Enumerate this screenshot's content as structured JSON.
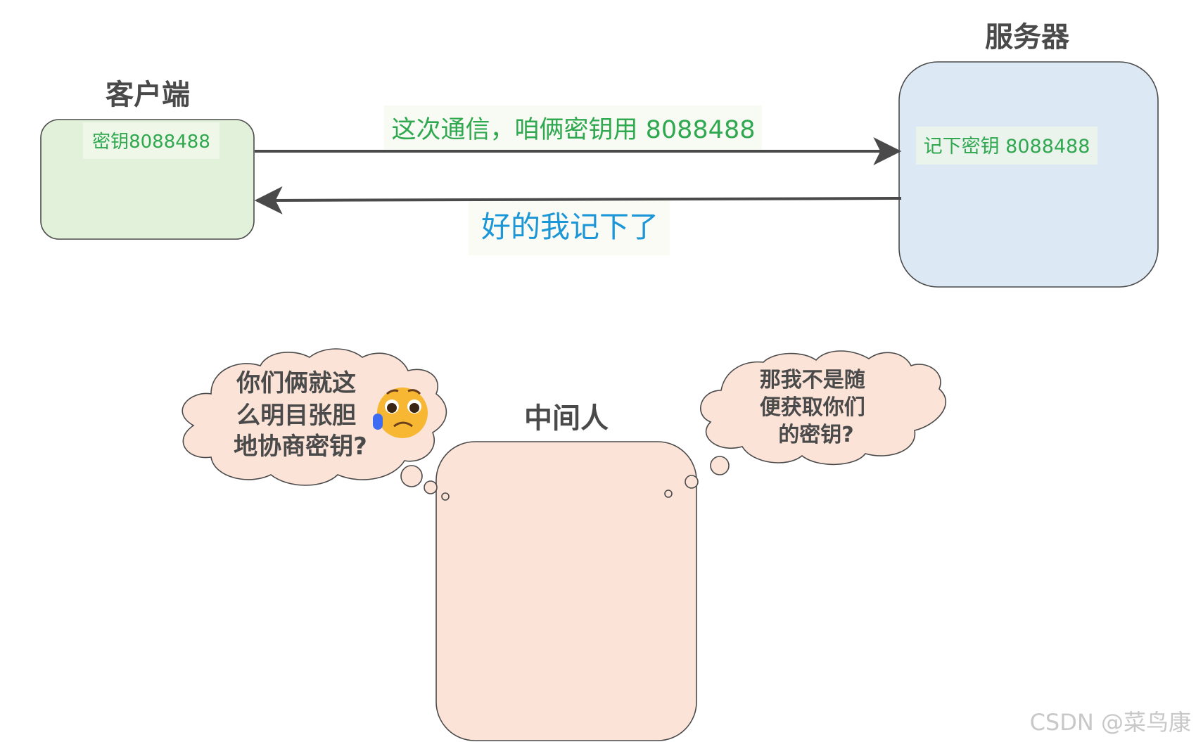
{
  "client": {
    "title": "客户端",
    "key_label": "密钥8088488"
  },
  "server": {
    "title": "服务器",
    "key_label": "记下密钥 8088488"
  },
  "arrows": {
    "to_server": "这次通信，咱俩密钥用 8088488",
    "to_client": "好的我记下了"
  },
  "middleman": {
    "title": "中间人",
    "thought_left": [
      "你们俩就这",
      "么明目张胆",
      "地协商密钥?"
    ],
    "thought_right": [
      "那我不是随",
      "便获取你们",
      "的密钥?"
    ],
    "emoji": "pleading-sweat-face-icon"
  },
  "watermark": "CSDN @菜鸟康",
  "colors": {
    "client_fill": "#e2f1d9",
    "server_fill": "#dde8f5",
    "middleman_fill": "#fbe3d8",
    "green_text": "#2fa84f",
    "blue_text": "#1b96d6"
  }
}
